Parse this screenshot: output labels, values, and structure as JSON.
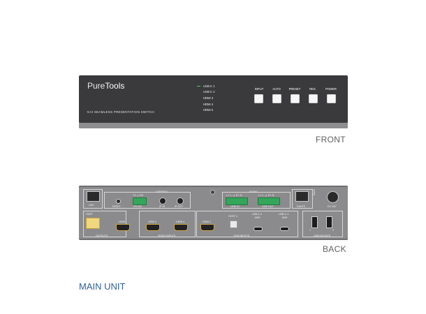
{
  "front": {
    "brand_pure": "Pure",
    "brand_tools": "Tools",
    "subtitle": "5×2 SEAMLESS PRESENTATION SWITCH",
    "sources": [
      "USB-C 1",
      "USB-C 2",
      "HDMI 3",
      "HDMI 4",
      "HDMI 5"
    ],
    "active_source": "USB-C 1",
    "buttons": [
      "INPUT",
      "AUTO",
      "PRESET",
      "RES.",
      "POWER"
    ],
    "caption": "FRONT"
  },
  "back": {
    "caption": "BACK",
    "control_group": "CONTROL",
    "audio_group": "AUDIO",
    "outputs_group": "OUTPUTS",
    "video_inputs_group": "VIDEO INPUTS",
    "kvm_inputs_group": "KVM INPUTS",
    "usb_devices_group": "USB DEVICES",
    "lan": "LAN",
    "reset": "RESET",
    "rs232": "RS-232",
    "rs232_pins": "TX  ⏚  RX",
    "ir_in": "IR IN",
    "ir_out": "IR OUT",
    "line_in": "LINE IN",
    "line_out": "LINE OUT",
    "line_pins": "L+ L- ⏚ R+ R-",
    "dante": "DANTE",
    "dc": "DC 24V",
    "hdbt": "HDBT",
    "hdmi_out": "HDMI",
    "hdmi3": "HDMI 3",
    "hdmi4": "HDMI 4",
    "hdmi2": "HDMI 2",
    "host3": "HOST 3",
    "usbc2": "USB-C 2",
    "usbc2_w": "60W",
    "usbc1": "USB-C 1",
    "usbc1_w": "60W",
    "dante_logo": "Dante",
    "usb_nums": [
      "1",
      "2"
    ]
  },
  "main_unit": "MAIN UNIT",
  "colors": {
    "led": "#39d26a",
    "title": "#2f5f9a",
    "panel": "#3a3a3c",
    "back_panel": "#8b8b8d"
  }
}
